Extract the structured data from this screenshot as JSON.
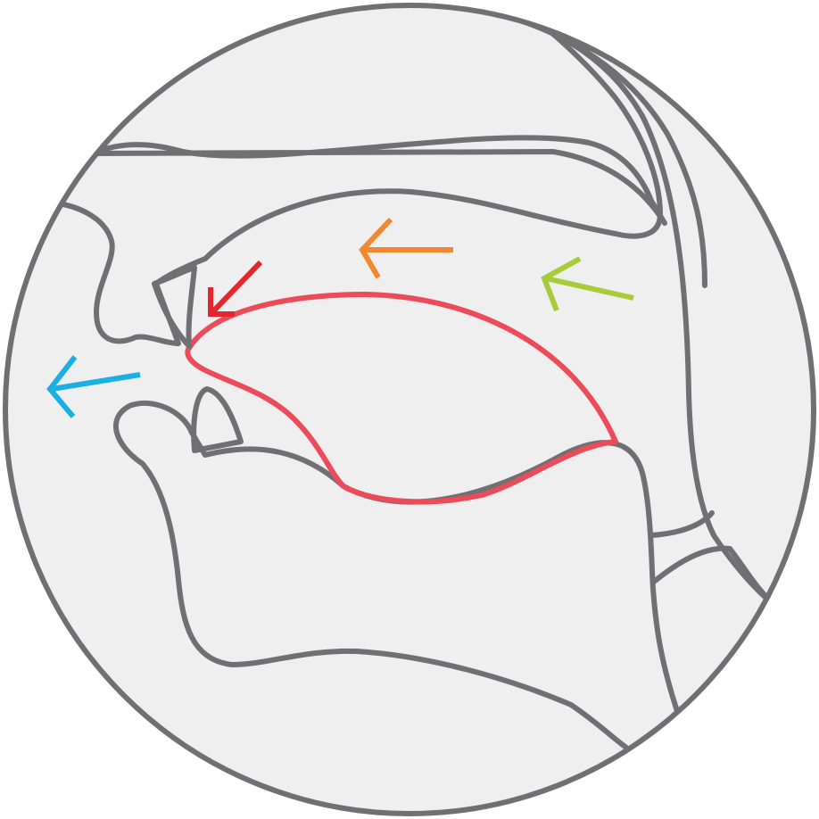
{
  "diagram": {
    "subject": "mouth-cross-section-articulation",
    "colors": {
      "outline": "#707073",
      "cavity": "#efefef",
      "flesh": "#fdfdfd",
      "tongue_fill": "#fbcbd6",
      "tongue_stroke": "#ec4b5a"
    },
    "arrows": [
      {
        "name": "airflow-out-arrow",
        "color": "#1ab0e6",
        "direction": "left"
      },
      {
        "name": "tongue-tip-arrow",
        "color": "#e4262e",
        "direction": "down-left"
      },
      {
        "name": "palate-arrow",
        "color": "#f18830",
        "direction": "left"
      },
      {
        "name": "velum-arrow",
        "color": "#a7cc3a",
        "direction": "left"
      }
    ]
  }
}
